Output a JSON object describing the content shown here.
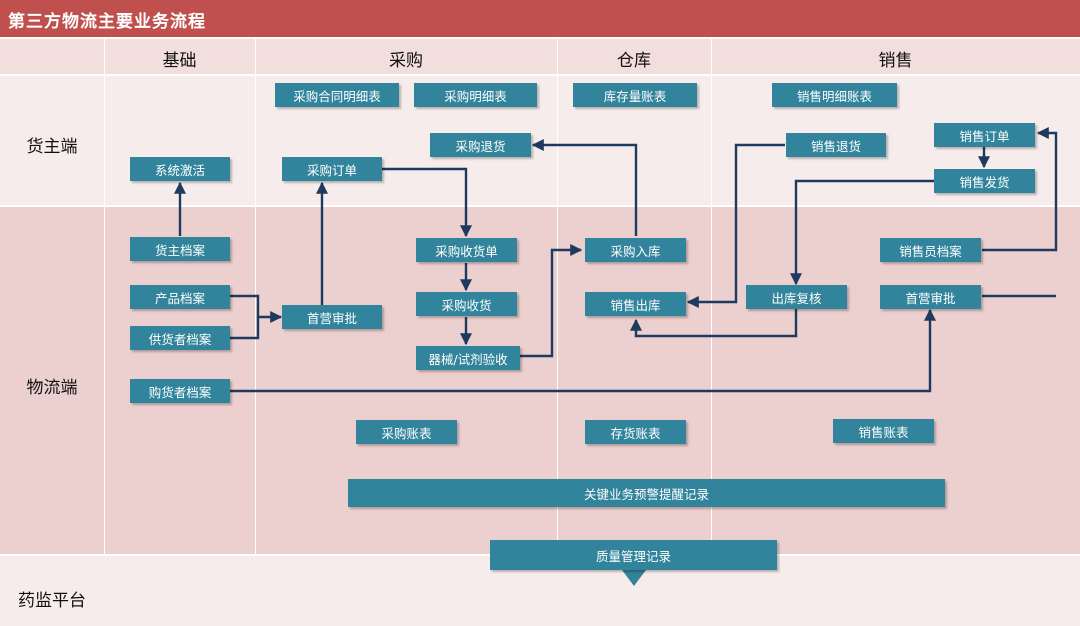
{
  "title": "第三方物流主要业务流程",
  "columns": {
    "basic": "基础",
    "purchase": "采购",
    "warehouse": "仓库",
    "sales": "销售"
  },
  "rows": {
    "owner": "货主端",
    "logistics": "物流端",
    "regulator": "药监平台"
  },
  "nodes": {
    "purchase_contract_detail": "采购合同明细表",
    "purchase_detail": "采购明细表",
    "inventory_ledger": "库存量账表",
    "sales_detail_ledger": "销售明细账表",
    "purchase_return": "采购退货",
    "sales_return": "销售退货",
    "sales_order": "销售订单",
    "system_activation": "系统激活",
    "purchase_order": "采购订单",
    "sales_shipment": "销售发货",
    "owner_archive": "货主档案",
    "purchase_receipt_form": "采购收货单",
    "purchase_inbound": "采购入库",
    "salesperson_archive": "销售员档案",
    "product_archive": "产品档案",
    "purchase_receiving": "采购收货",
    "sales_outbound": "销售出库",
    "outbound_review": "出库复核",
    "first_approval_sales": "首营审批",
    "first_approval_purchase": "首营审批",
    "supplier_archive": "供货者档案",
    "inspection": "器械/试剂验收",
    "buyer_archive": "购货者档案",
    "purchase_ledger": "采购账表",
    "stock_ledger": "存货账表",
    "sales_ledger": "销售账表",
    "key_warning_record": "关键业务预警提醒记录",
    "quality_record": "质量管理记录"
  },
  "colors": {
    "title_bar": "#c0504d",
    "node": "#31849b",
    "arrow": "#1f3a5f"
  }
}
